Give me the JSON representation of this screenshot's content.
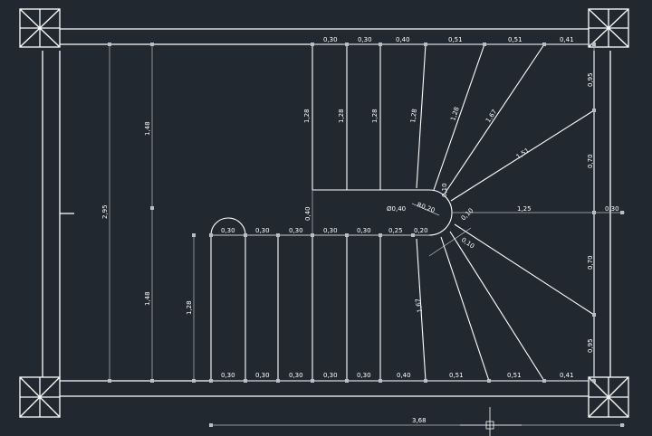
{
  "colors": {
    "background": "#212830",
    "lines": "#ffffff",
    "dimension_lines": "#b8bec6"
  },
  "icons": {
    "columns": "column-x-icon",
    "cursor": "crosshair-cursor-icon"
  },
  "dims": {
    "top": [
      "0,30",
      "0,30",
      "0,40",
      "0,51",
      "0,51",
      "0,41"
    ],
    "bottom": [
      "0,30",
      "0,30",
      "0,30",
      "0,30",
      "0,30",
      "0,40",
      "0,51",
      "0,51",
      "0,41"
    ],
    "middle": [
      "0,30",
      "0,30",
      "0,30",
      "0,30",
      "0,30",
      "0,25",
      "0,20"
    ],
    "upper_flight": [
      "1,28",
      "1,28",
      "1,28",
      "1,28",
      "1,28",
      "1,67",
      "1,51"
    ],
    "right": [
      "0,95",
      "0,70",
      "0,70",
      "0,95"
    ],
    "left_total": "2,95",
    "left_upper": "1,48",
    "left_lower": "1,48",
    "lower_flight": "1,28",
    "landing": "0,40",
    "diameter": "Ø0,40",
    "radius": "R0,20",
    "center_small": "0,10",
    "winder_center": "0,10",
    "landing_to_wall": "1,25",
    "wall_thickness": "0,30",
    "overall_width": "3,68",
    "lower_winder": "1,67"
  }
}
